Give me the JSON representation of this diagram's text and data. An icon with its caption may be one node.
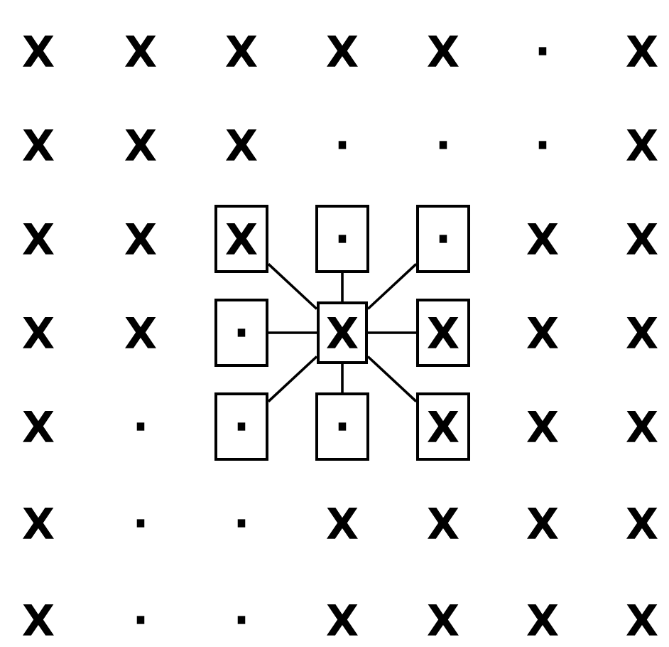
{
  "diagram": {
    "nodes": [
      {
        "text": [
          "X"
        ]
      },
      {
        "text": [
          "."
        ]
      },
      {
        "text": [
          "."
        ]
      },
      {
        "text": [
          "."
        ]
      },
      {
        "text": [
          "X"
        ]
      },
      {
        "text": [
          "X"
        ]
      },
      {
        "text": [
          "."
        ]
      },
      {
        "text": [
          "."
        ]
      },
      {
        "text": [
          "X"
        ]
      }
    ],
    "edges": [
      {
        "from": 4,
        "to": 0,
        "arrow": "none"
      },
      {
        "from": 4,
        "to": 1,
        "arrow": "none"
      },
      {
        "from": 4,
        "to": 2,
        "arrow": "none"
      },
      {
        "from": 4,
        "to": 3,
        "arrow": "none"
      },
      {
        "from": 4,
        "to": 5,
        "arrow": "none"
      },
      {
        "from": 4,
        "to": 6,
        "arrow": "none"
      },
      {
        "from": 4,
        "to": 7,
        "arrow": "none"
      },
      {
        "from": 4,
        "to": 8,
        "arrow": "none"
      }
    ],
    "labels": [
      "X",
      "X",
      "X",
      "X",
      "X",
      ".",
      "X",
      "X",
      "X",
      "X",
      ".",
      ".",
      ".",
      "X",
      "X",
      "X",
      "X",
      "X",
      "X",
      "X",
      "X",
      "X",
      "X",
      ".",
      "X",
      "X",
      "X",
      ".",
      ".",
      "X",
      "X",
      "X",
      "X",
      "X",
      ".",
      ".",
      "X",
      "X",
      "X",
      "X"
    ]
  }
}
